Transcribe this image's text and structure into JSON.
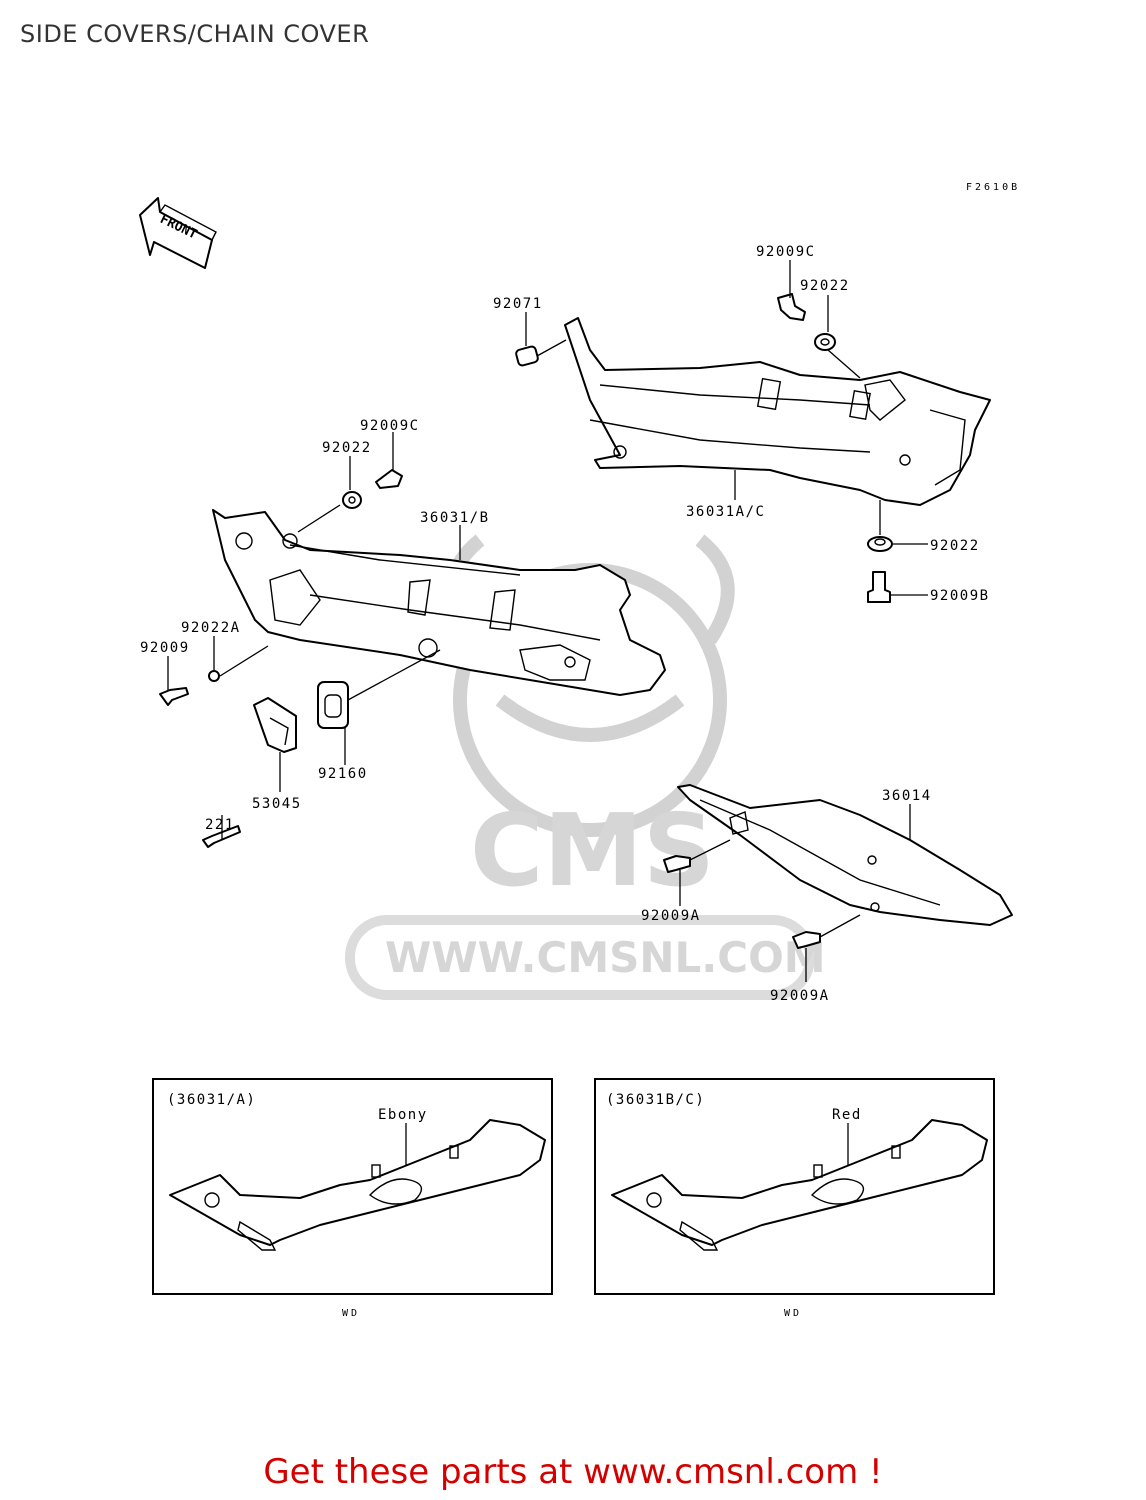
{
  "page": {
    "title": "SIDE COVERS/CHAIN COVER"
  },
  "diagram": {
    "code": "F2610B",
    "front_marker": "FRONT",
    "labels": {
      "l_92009C_top": "92009C",
      "l_92022_top": "92022",
      "l_92071": "92071",
      "l_36031AC": "36031A/C",
      "l_92022_right": "92022",
      "l_92009B": "92009B",
      "l_92009C_left": "92009C",
      "l_92022_left": "92022",
      "l_36031B": "36031/B",
      "l_92022A": "92022A",
      "l_92009": "92009",
      "l_92160": "92160",
      "l_53045": "53045",
      "l_221": "221",
      "l_36014": "36014",
      "l_92009A_1": "92009A",
      "l_92009A_2": "92009A"
    },
    "inset_left": {
      "ref": "(36031/A)",
      "color": "Ebony",
      "note": "WD"
    },
    "inset_right": {
      "ref": "(36031B/C)",
      "color": "Red",
      "note": "WD"
    }
  },
  "watermark": {
    "brand": "CMS",
    "url": "WWW.CMSNL.COM"
  },
  "footer": {
    "cta": "Get these parts at www.cmsnl.com !",
    "color": "#d40000"
  }
}
